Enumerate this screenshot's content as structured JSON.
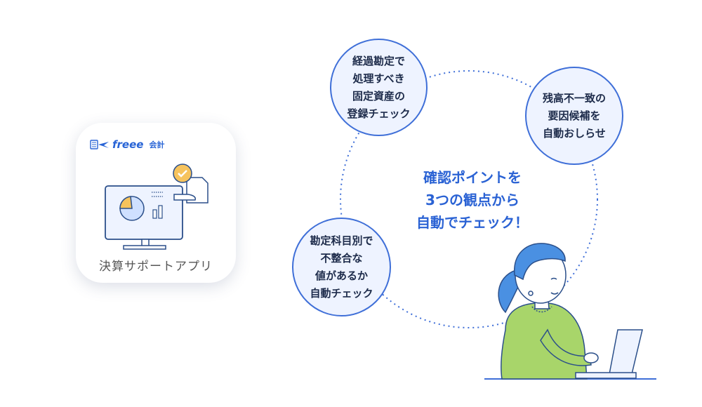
{
  "app_card": {
    "brand": "freee",
    "brand_sub": "会計",
    "name": "決算サポートアプリ"
  },
  "center_text": "確認ポイントを\n3つの観点から\n自動でチェック！",
  "bubbles": [
    {
      "text": "経過勘定で\n処理すべき\n固定資産の\n登録チェック"
    },
    {
      "text": "残高不一致の\n要因候補を\n自動おしらせ"
    },
    {
      "text": "勘定科目別で\n不整合な\n値があるか\n自動チェック"
    }
  ],
  "colors": {
    "accent": "#2a62d4",
    "bubble_fill": "#eef3ff",
    "bubble_border": "#3f6fd8",
    "woman_shirt": "#a8d56a",
    "hair": "#4a90e2"
  }
}
